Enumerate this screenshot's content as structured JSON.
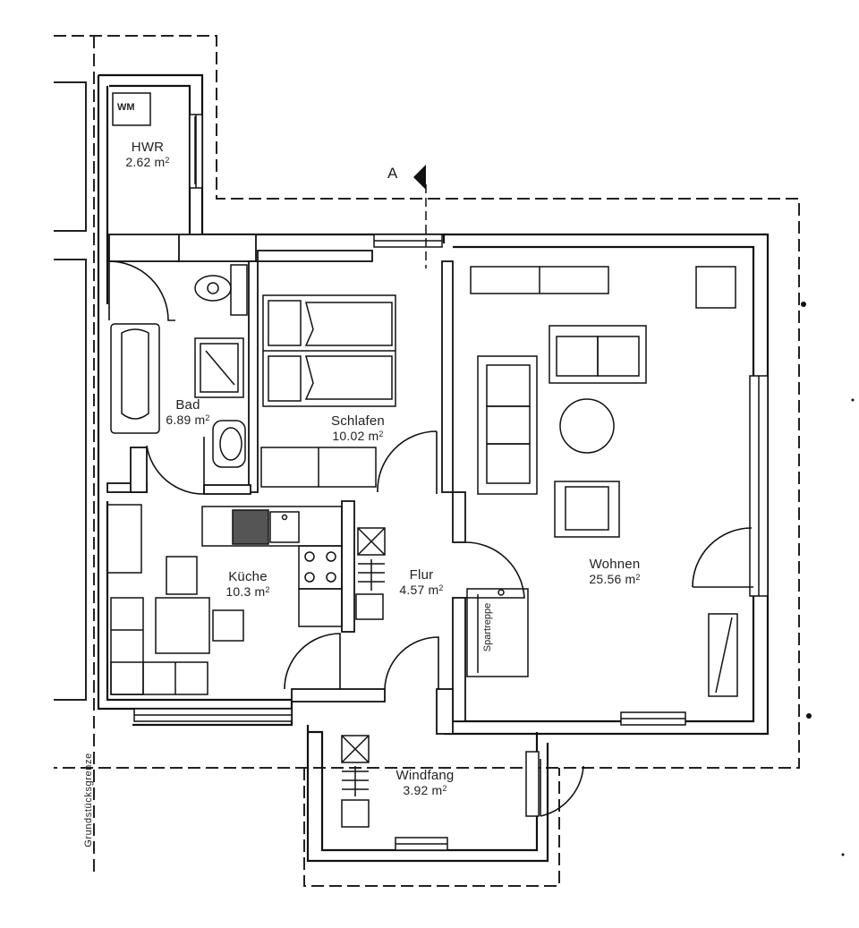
{
  "section_marker": "A",
  "boundary_label": "Grundstücksgrenze",
  "appliance_label": "WM",
  "stair_label": "Spartreppe",
  "area_unit_sup": "2",
  "rooms": [
    {
      "name": "HWR",
      "area": "2.62 m"
    },
    {
      "name": "Bad",
      "area": "6.89 m"
    },
    {
      "name": "Schlafen",
      "area": "10.02 m"
    },
    {
      "name": "Küche",
      "area": "10.3 m"
    },
    {
      "name": "Flur",
      "area": "4.57 m"
    },
    {
      "name": "Wohnen",
      "area": "25.56 m"
    },
    {
      "name": "Windfang",
      "area": "3.92 m"
    }
  ]
}
